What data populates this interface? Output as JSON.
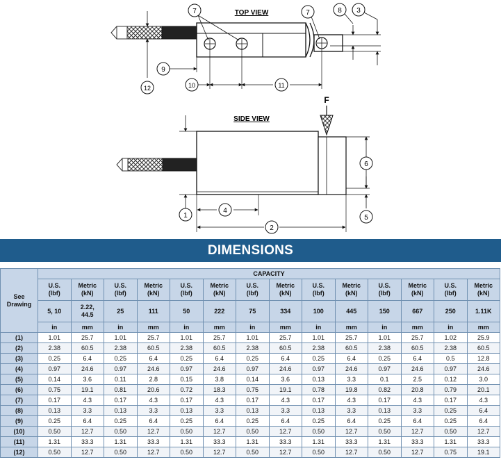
{
  "drawing": {
    "top_view_title": "TOP VIEW",
    "side_view_title": "SIDE VIEW",
    "force_label": "F",
    "callouts": {
      "c1": "1",
      "c2": "2",
      "c3": "3",
      "c4": "4",
      "c5": "5",
      "c6": "6",
      "c7a": "7",
      "c7b": "7",
      "c8": "8",
      "c9": "9",
      "c10": "10",
      "c11": "11",
      "c12": "12"
    }
  },
  "banner": {
    "title": "DIMENSIONS"
  },
  "table": {
    "see_drawing": "See Drawing",
    "capacity_label": "CAPACITY",
    "unit_headers": [
      [
        "U.S.",
        "(lbf)"
      ],
      [
        "Metric",
        "(kN)"
      ],
      [
        "U.S.",
        "(lbf)"
      ],
      [
        "Metric",
        "(kN)"
      ],
      [
        "U.S.",
        "(lbf)"
      ],
      [
        "Metric",
        "(kN)"
      ],
      [
        "U.S.",
        "(lbf)"
      ],
      [
        "Metric",
        "(kN)"
      ],
      [
        "U.S.",
        "(lbf)"
      ],
      [
        "Metric",
        "(kN)"
      ],
      [
        "U.S.",
        "(lbf)"
      ],
      [
        "Metric",
        "(kN)"
      ],
      [
        "U.S.",
        "(lbf)"
      ],
      [
        "Metric",
        "(kN)"
      ]
    ],
    "capacities": [
      [
        "5, 10"
      ],
      [
        "2.22,",
        "44.5"
      ],
      [
        "25"
      ],
      [
        "111"
      ],
      [
        "50"
      ],
      [
        "222"
      ],
      [
        "75"
      ],
      [
        "334"
      ],
      [
        "100"
      ],
      [
        "445"
      ],
      [
        "150"
      ],
      [
        "667"
      ],
      [
        "250"
      ],
      [
        "1.11K"
      ]
    ],
    "length_units": [
      "in",
      "mm",
      "in",
      "mm",
      "in",
      "mm",
      "in",
      "mm",
      "in",
      "mm",
      "in",
      "mm",
      "in",
      "mm"
    ],
    "rows": [
      {
        "label": "(1)",
        "values": [
          "1.01",
          "25.7",
          "1.01",
          "25.7",
          "1.01",
          "25.7",
          "1.01",
          "25.7",
          "1.01",
          "25.7",
          "1.01",
          "25.7",
          "1.02",
          "25.9"
        ]
      },
      {
        "label": "(2)",
        "values": [
          "2.38",
          "60.5",
          "2.38",
          "60.5",
          "2.38",
          "60.5",
          "2.38",
          "60.5",
          "2.38",
          "60.5",
          "2.38",
          "60.5",
          "2.38",
          "60.5"
        ]
      },
      {
        "label": "(3)",
        "values": [
          "0.25",
          "6.4",
          "0.25",
          "6.4",
          "0.25",
          "6.4",
          "0.25",
          "6.4",
          "0.25",
          "6.4",
          "0.25",
          "6.4",
          "0.5",
          "12.8"
        ]
      },
      {
        "label": "(4)",
        "values": [
          "0.97",
          "24.6",
          "0.97",
          "24.6",
          "0.97",
          "24.6",
          "0.97",
          "24.6",
          "0.97",
          "24.6",
          "0.97",
          "24.6",
          "0.97",
          "24.6"
        ]
      },
      {
        "label": "(5)",
        "values": [
          "0.14",
          "3.6",
          "0.11",
          "2.8",
          "0.15",
          "3.8",
          "0.14",
          "3.6",
          "0.13",
          "3.3",
          "0.1",
          "2.5",
          "0.12",
          "3.0"
        ]
      },
      {
        "label": "(6)",
        "values": [
          "0.75",
          "19.1",
          "0.81",
          "20.6",
          "0.72",
          "18.3",
          "0.75",
          "19.1",
          "0.78",
          "19.8",
          "0.82",
          "20.8",
          "0.79",
          "20.1"
        ]
      },
      {
        "label": "(7)",
        "values": [
          "0.17",
          "4.3",
          "0.17",
          "4.3",
          "0.17",
          "4.3",
          "0.17",
          "4.3",
          "0.17",
          "4.3",
          "0.17",
          "4.3",
          "0.17",
          "4.3"
        ]
      },
      {
        "label": "(8)",
        "values": [
          "0.13",
          "3.3",
          "0.13",
          "3.3",
          "0.13",
          "3.3",
          "0.13",
          "3.3",
          "0.13",
          "3.3",
          "0.13",
          "3.3",
          "0.25",
          "6.4"
        ]
      },
      {
        "label": "(9)",
        "values": [
          "0.25",
          "6.4",
          "0.25",
          "6.4",
          "0.25",
          "6.4",
          "0.25",
          "6.4",
          "0.25",
          "6.4",
          "0.25",
          "6.4",
          "0.25",
          "6.4"
        ]
      },
      {
        "label": "(10)",
        "values": [
          "0.50",
          "12.7",
          "0.50",
          "12.7",
          "0.50",
          "12.7",
          "0.50",
          "12.7",
          "0.50",
          "12.7",
          "0.50",
          "12.7",
          "0.50",
          "12.7"
        ]
      },
      {
        "label": "(11)",
        "values": [
          "1.31",
          "33.3",
          "1.31",
          "33.3",
          "1.31",
          "33.3",
          "1.31",
          "33.3",
          "1.31",
          "33.3",
          "1.31",
          "33.3",
          "1.31",
          "33.3"
        ]
      },
      {
        "label": "(12)",
        "values": [
          "0.50",
          "12.7",
          "0.50",
          "12.7",
          "0.50",
          "12.7",
          "0.50",
          "12.7",
          "0.50",
          "12.7",
          "0.50",
          "12.7",
          "0.75",
          "19.1"
        ]
      }
    ]
  }
}
